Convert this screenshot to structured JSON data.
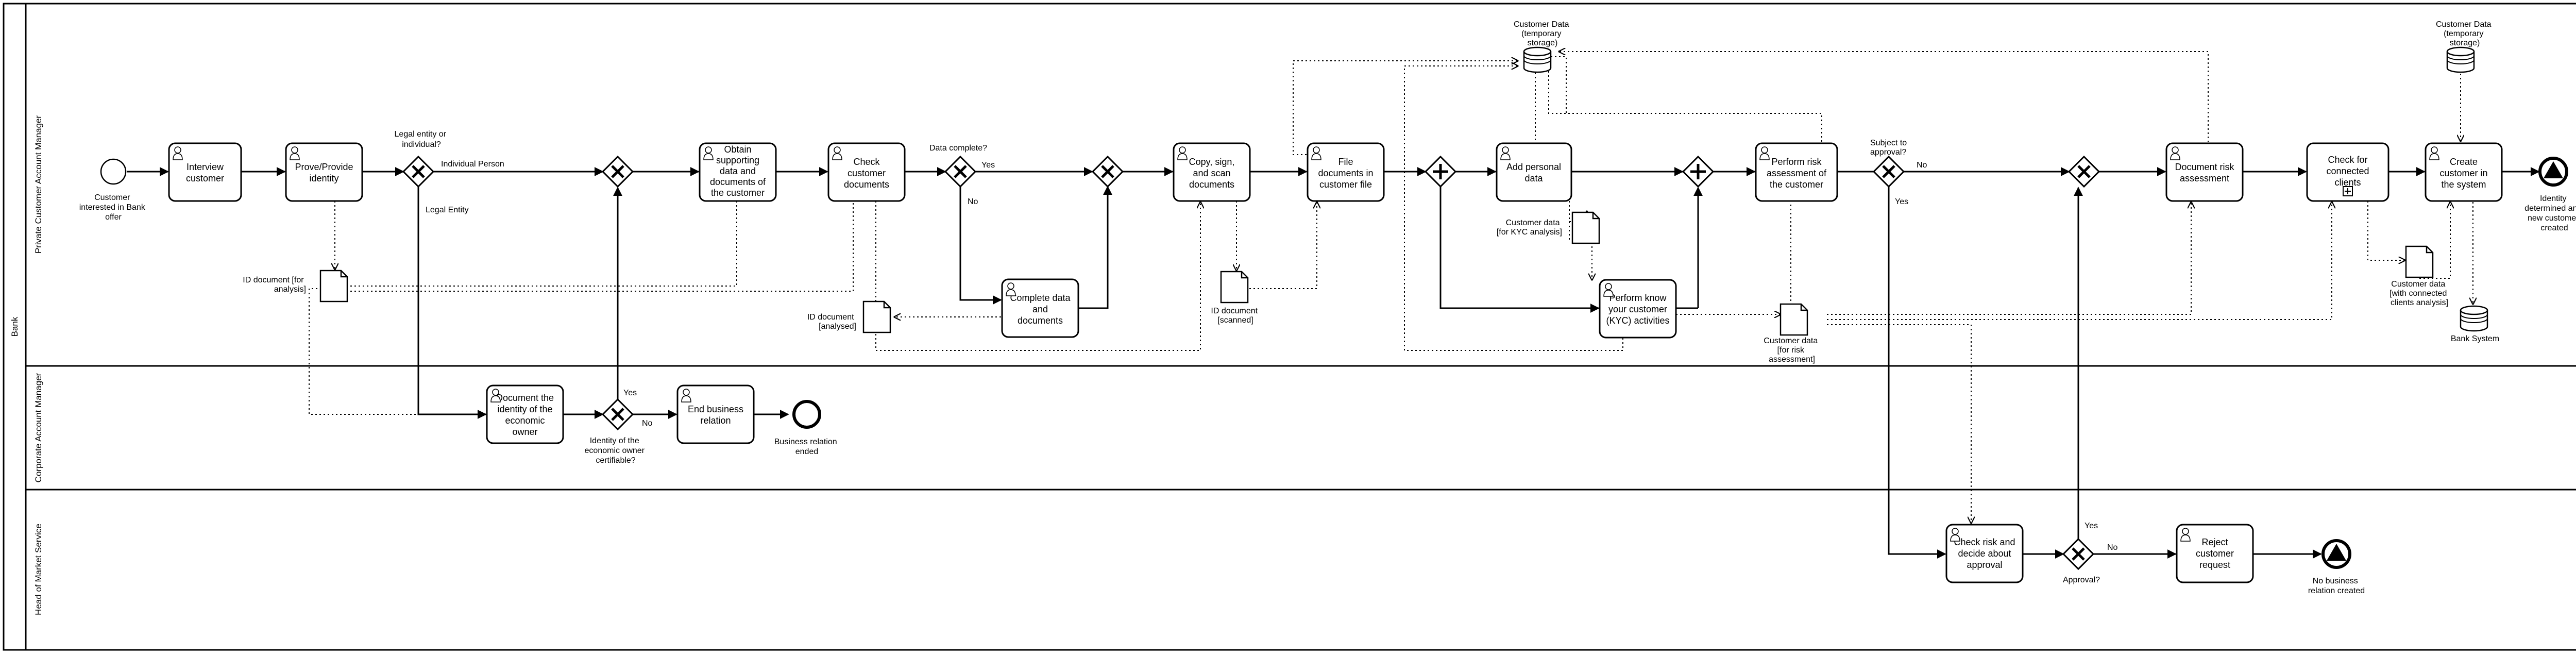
{
  "pool": {
    "label": "Bank"
  },
  "lanes": {
    "private": "Private Customer Account Manager",
    "corporate": "Corporate Account Manager",
    "market": "Head of Market Service"
  },
  "tasks": {
    "interview": [
      "Interview",
      "customer"
    ],
    "prove_identity": [
      "Prove/Provide",
      "identity"
    ],
    "obtain_docs": [
      "Obtain",
      "supporting",
      "data and",
      "documents of",
      "the customer"
    ],
    "check_docs": [
      "Check",
      "customer",
      "documents"
    ],
    "complete_data": [
      "Complete data",
      "and",
      "documents"
    ],
    "copy_sign": [
      "Copy, sign,",
      "and scan",
      "documents"
    ],
    "file_docs": [
      "File",
      "documents in",
      "customer file"
    ],
    "add_personal": [
      "Add personal",
      "data"
    ],
    "kyc": [
      "Perform know",
      "your customer",
      "(KYC) activities"
    ],
    "risk_assessment": [
      "Perform risk",
      "assessment of",
      "the customer"
    ],
    "document_risk": [
      "Document risk",
      "assessment"
    ],
    "check_connected": [
      "Check for",
      "connected",
      "clients"
    ],
    "create_customer": [
      "Create",
      "customer in",
      "the system"
    ],
    "document_identity": [
      "Document the",
      "identity of the",
      "economic",
      "owner"
    ],
    "end_relation": [
      "End business",
      "relation"
    ],
    "check_risk": [
      "Check risk and",
      "decide about",
      "approval"
    ],
    "reject": [
      "Reject",
      "customer",
      "request"
    ]
  },
  "events": {
    "start": [
      "Customer",
      "interested in Bank",
      "offer"
    ],
    "identity_created": [
      "Identity",
      "determined and",
      "new customer",
      "created"
    ],
    "relation_ended": [
      "Business relation",
      "ended"
    ],
    "no_relation": [
      "No business",
      "relation created"
    ]
  },
  "gateways": {
    "legal_entity": [
      "Legal entity or",
      "individual?"
    ],
    "data_complete": [
      "Data complete?"
    ],
    "subject_approval": [
      "Subject to",
      "approval?"
    ],
    "identity_certifiable": [
      "Identity of the",
      "economic owner",
      "certifiable?"
    ],
    "approval": [
      "Approval?"
    ]
  },
  "flow_labels": {
    "individual": "Individual Person",
    "legal_entity": "Legal Entity",
    "yes": "Yes",
    "no": "No"
  },
  "data_objects": {
    "id_doc_analysis": [
      "ID document [for",
      "analysis]"
    ],
    "id_doc_analysed": [
      "ID document",
      "[analysed]"
    ],
    "id_doc_scanned": [
      "ID document",
      "[scanned]"
    ],
    "cust_kyc": [
      "Customer data",
      "[for KYC analysis]"
    ],
    "cust_risk": [
      "Customer data",
      "[for risk",
      "assessment]"
    ],
    "cust_connected": [
      "Customer data",
      "[with connected",
      "clients analysis]"
    ]
  },
  "data_stores": {
    "temp_main": [
      "Customer Data",
      "(temporary",
      "storage)"
    ],
    "temp_right": [
      "Customer Data",
      "(temporary",
      "storage)"
    ],
    "bank_system": [
      "Bank System"
    ]
  },
  "colors": {
    "stroke": "#000000",
    "fill": "#ffffff"
  }
}
